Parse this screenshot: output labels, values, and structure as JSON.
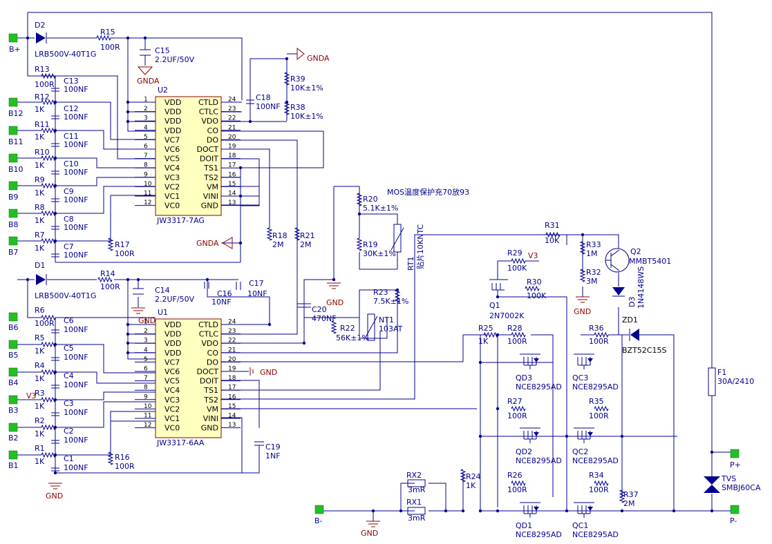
{
  "ports": [
    "B+",
    "B12",
    "B11",
    "B10",
    "B9",
    "B8",
    "B7",
    "B6",
    "B5",
    "B4",
    "B3",
    "B2",
    "B1",
    "B-",
    "P+",
    "P-"
  ],
  "ic_u2": {
    "ref": "U2",
    "part": "JW3317-7AG",
    "left_pins": [
      {
        "n": "1",
        "name": "VDD"
      },
      {
        "n": "2",
        "name": "VDD"
      },
      {
        "n": "3",
        "name": "VDD"
      },
      {
        "n": "4",
        "name": "VDD"
      },
      {
        "n": "5",
        "name": "VC7"
      },
      {
        "n": "6",
        "name": "VC6"
      },
      {
        "n": "7",
        "name": "VC5"
      },
      {
        "n": "8",
        "name": "VC4"
      },
      {
        "n": "9",
        "name": "VC3"
      },
      {
        "n": "10",
        "name": "VC2"
      },
      {
        "n": "11",
        "name": "VC1"
      },
      {
        "n": "12",
        "name": "VC0"
      }
    ],
    "right_pins": [
      {
        "n": "24",
        "name": "CTLD"
      },
      {
        "n": "23",
        "name": "CTLC"
      },
      {
        "n": "22",
        "name": "VDO"
      },
      {
        "n": "21",
        "name": "CO"
      },
      {
        "n": "20",
        "name": "DO"
      },
      {
        "n": "19",
        "name": "DOCT"
      },
      {
        "n": "18",
        "name": "DOIT"
      },
      {
        "n": "17",
        "name": "TS1"
      },
      {
        "n": "16",
        "name": "TS2"
      },
      {
        "n": "15",
        "name": "VM"
      },
      {
        "n": "14",
        "name": "VINI"
      },
      {
        "n": "13",
        "name": "GND"
      }
    ]
  },
  "ic_u1": {
    "ref": "U1",
    "part": "JW3317-6AA",
    "left_pins": [
      {
        "n": "1",
        "name": "VDD"
      },
      {
        "n": "2",
        "name": "VDD"
      },
      {
        "n": "3",
        "name": "VDD"
      },
      {
        "n": "4",
        "name": "VDD"
      },
      {
        "n": "5",
        "name": "VC7"
      },
      {
        "n": "6",
        "name": "VC6"
      },
      {
        "n": "7",
        "name": "VC5"
      },
      {
        "n": "8",
        "name": "VC4"
      },
      {
        "n": "9",
        "name": "VC3"
      },
      {
        "n": "10",
        "name": "VC2"
      },
      {
        "n": "11",
        "name": "VC1"
      },
      {
        "n": "12",
        "name": "VC0"
      }
    ],
    "right_pins": [
      {
        "n": "24",
        "name": "CTLD"
      },
      {
        "n": "23",
        "name": "CTLC"
      },
      {
        "n": "22",
        "name": "VDO"
      },
      {
        "n": "21",
        "name": "CO"
      },
      {
        "n": "20",
        "name": "DO"
      },
      {
        "n": "19",
        "name": "DOCT"
      },
      {
        "n": "18",
        "name": "DOIT"
      },
      {
        "n": "17",
        "name": "TS1"
      },
      {
        "n": "16",
        "name": "TS2"
      },
      {
        "n": "15",
        "name": "VM"
      },
      {
        "n": "14",
        "name": "VINI"
      },
      {
        "n": "13",
        "name": "GND"
      }
    ]
  },
  "labels": {
    "d2": "D2",
    "d2v": "LRB500V-40T1G",
    "r15": "R15",
    "r15v": "100R",
    "c15": "C15",
    "c15v": "2.2UF/50V",
    "r13": "R13",
    "r13v": "100R",
    "c13": "C13",
    "c13v": "100NF",
    "r12": "R12",
    "c12": "C12",
    "r11": "R11",
    "c11": "C11",
    "r10": "R10",
    "c10": "C10",
    "r9": "R9",
    "c9": "C9",
    "r8": "R8",
    "c8": "C8",
    "r7": "R7",
    "c7": "C7",
    "k1": "1K",
    "nf100": "100NF",
    "r17": "R17",
    "r17v": "100R",
    "c18": "C18",
    "c18v": "100NF",
    "r39": "R39",
    "r39v": "10K±1%",
    "r38": "R38",
    "r38v": "10K±1%",
    "r18": "R18",
    "r18v": "2M",
    "r21": "R21",
    "r21v": "2M",
    "note": "MOS温度保护充70放93",
    "r20": "R20",
    "r20v": "5.1K±1%",
    "r19": "R19",
    "r19v": "30K±1%",
    "rt1": "RT1",
    "rt1v": "贴片10KNTC",
    "d1": "D1",
    "d1v": "LRB500V-40T1G",
    "r14": "R14",
    "r14v": "100R",
    "c14": "C14",
    "c14v": "2.2UF/50V",
    "c16": "C16",
    "c16v": "10NF",
    "c17": "C17",
    "c17v": "10NF",
    "c20": "C20",
    "c20v": "470NF",
    "r23": "R23",
    "r23v": "7.5K±1%",
    "r22": "R22",
    "r22v": "56K±1%",
    "nt1": "NT1",
    "nt1v": "103AT",
    "r6": "R6",
    "r6v": "100R",
    "c6": "C6",
    "r5": "R5",
    "c5": "C5",
    "r4": "R4",
    "c4": "C4",
    "r3": "R3",
    "c3": "C3",
    "r2": "R2",
    "c2": "C2",
    "r1": "R1",
    "c1": "C1",
    "r16": "R16",
    "r16v": "100R",
    "c19": "C19",
    "c19v": "1NF",
    "r31": "R31",
    "r31v": "10K",
    "r33": "R33",
    "r33v": "1M",
    "r32": "R32",
    "r32v": "3M",
    "q2": "Q2",
    "q2v": "MMBT5401",
    "d3": "D3",
    "d3v": "1N4148WS",
    "r29": "R29",
    "r29v": "100K",
    "v3": "V3",
    "q1": "Q1",
    "q1v": "2N7002K",
    "r30": "R30",
    "r30v": "100K",
    "zd1": "ZD1",
    "zd1v": "BZT52C15S",
    "r25": "R25",
    "r25v": "1K",
    "r28": "R28",
    "r28v": "100R",
    "r36": "R36",
    "r36v": "100R",
    "qd3": "QD3",
    "qc3": "QC3",
    "r27": "R27",
    "r27v": "100R",
    "r35": "R35",
    "r35v": "100R",
    "qd2": "QD2",
    "qc2": "QC2",
    "r26": "R26",
    "r26v": "100R",
    "r34": "R34",
    "r34v": "100R",
    "qd1": "QD1",
    "qc1": "QC1",
    "mos": "NCE8295AD",
    "r24": "R24",
    "r24v": "1K",
    "r37": "R37",
    "r37v": "2M",
    "rx2": "RX2",
    "rx2v": "3mR",
    "rx1": "RX1",
    "rx1v": "3mR",
    "f1": "F1",
    "f1v": "30A/2410",
    "tvs": "TVS",
    "tvsv": "SMBJ60CA",
    "gnda": "GNDA",
    "gnd": "GND",
    "v3b": "V3"
  }
}
